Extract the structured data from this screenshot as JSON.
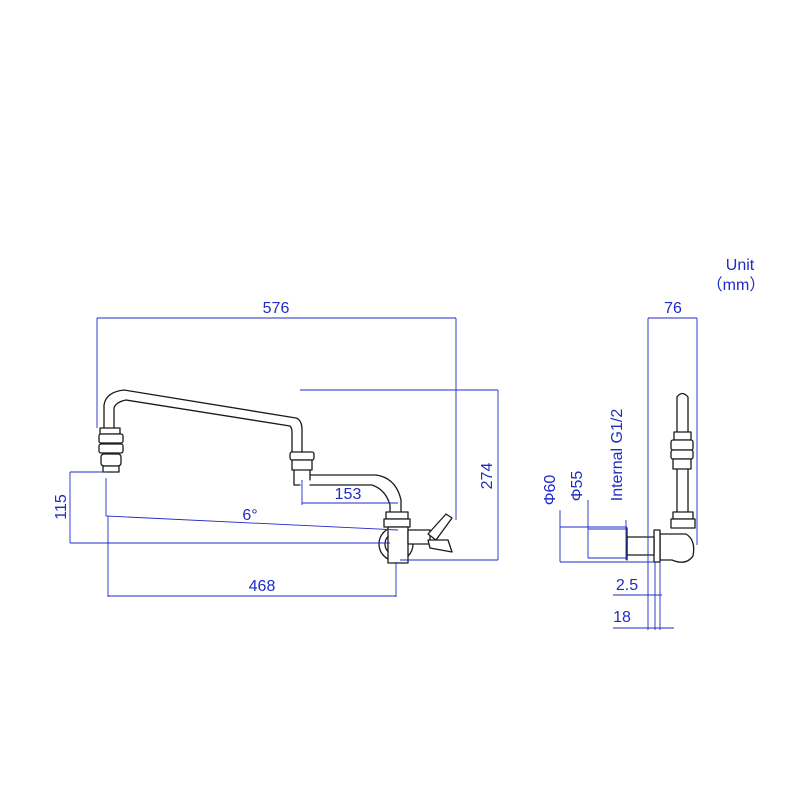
{
  "unit": {
    "title": "Unit",
    "value": "（mm）"
  },
  "front_view": {
    "width_total": "576",
    "height_total": "274",
    "swivel_offset": "153",
    "spout_drop": "115",
    "angle": "6°",
    "reach": "468"
  },
  "side_view": {
    "depth": "76",
    "flange_outer": "Φ60",
    "flange_inner": "Φ55",
    "thread": "Internal G1/2",
    "wall_gap": "2.5",
    "flange_thickness": "18"
  },
  "colors": {
    "dimension": "#1f2ac8",
    "outline": "#1a1a1a"
  }
}
